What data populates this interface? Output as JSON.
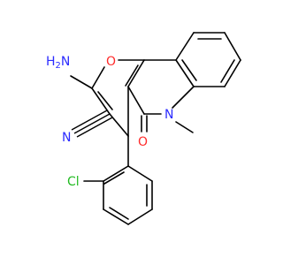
{
  "atoms": {
    "amine": {
      "text": "H",
      "sub": "2",
      "tail": "N",
      "color": "#2b2bff"
    },
    "pyran_oxygen": {
      "text": "O",
      "color": "#ff2b2b"
    },
    "quinolinone_nitrogen": {
      "text": "N",
      "color": "#2b2bff"
    },
    "methyl": {
      "text": "",
      "color": "#000000"
    },
    "carbonyl_oxygen": {
      "text": "O",
      "color": "#ff2b2b"
    },
    "nitrile_nitrogen": {
      "text": "N",
      "color": "#2b2bff"
    },
    "chlorine": {
      "text": "Cl",
      "color": "#22bb22"
    }
  }
}
